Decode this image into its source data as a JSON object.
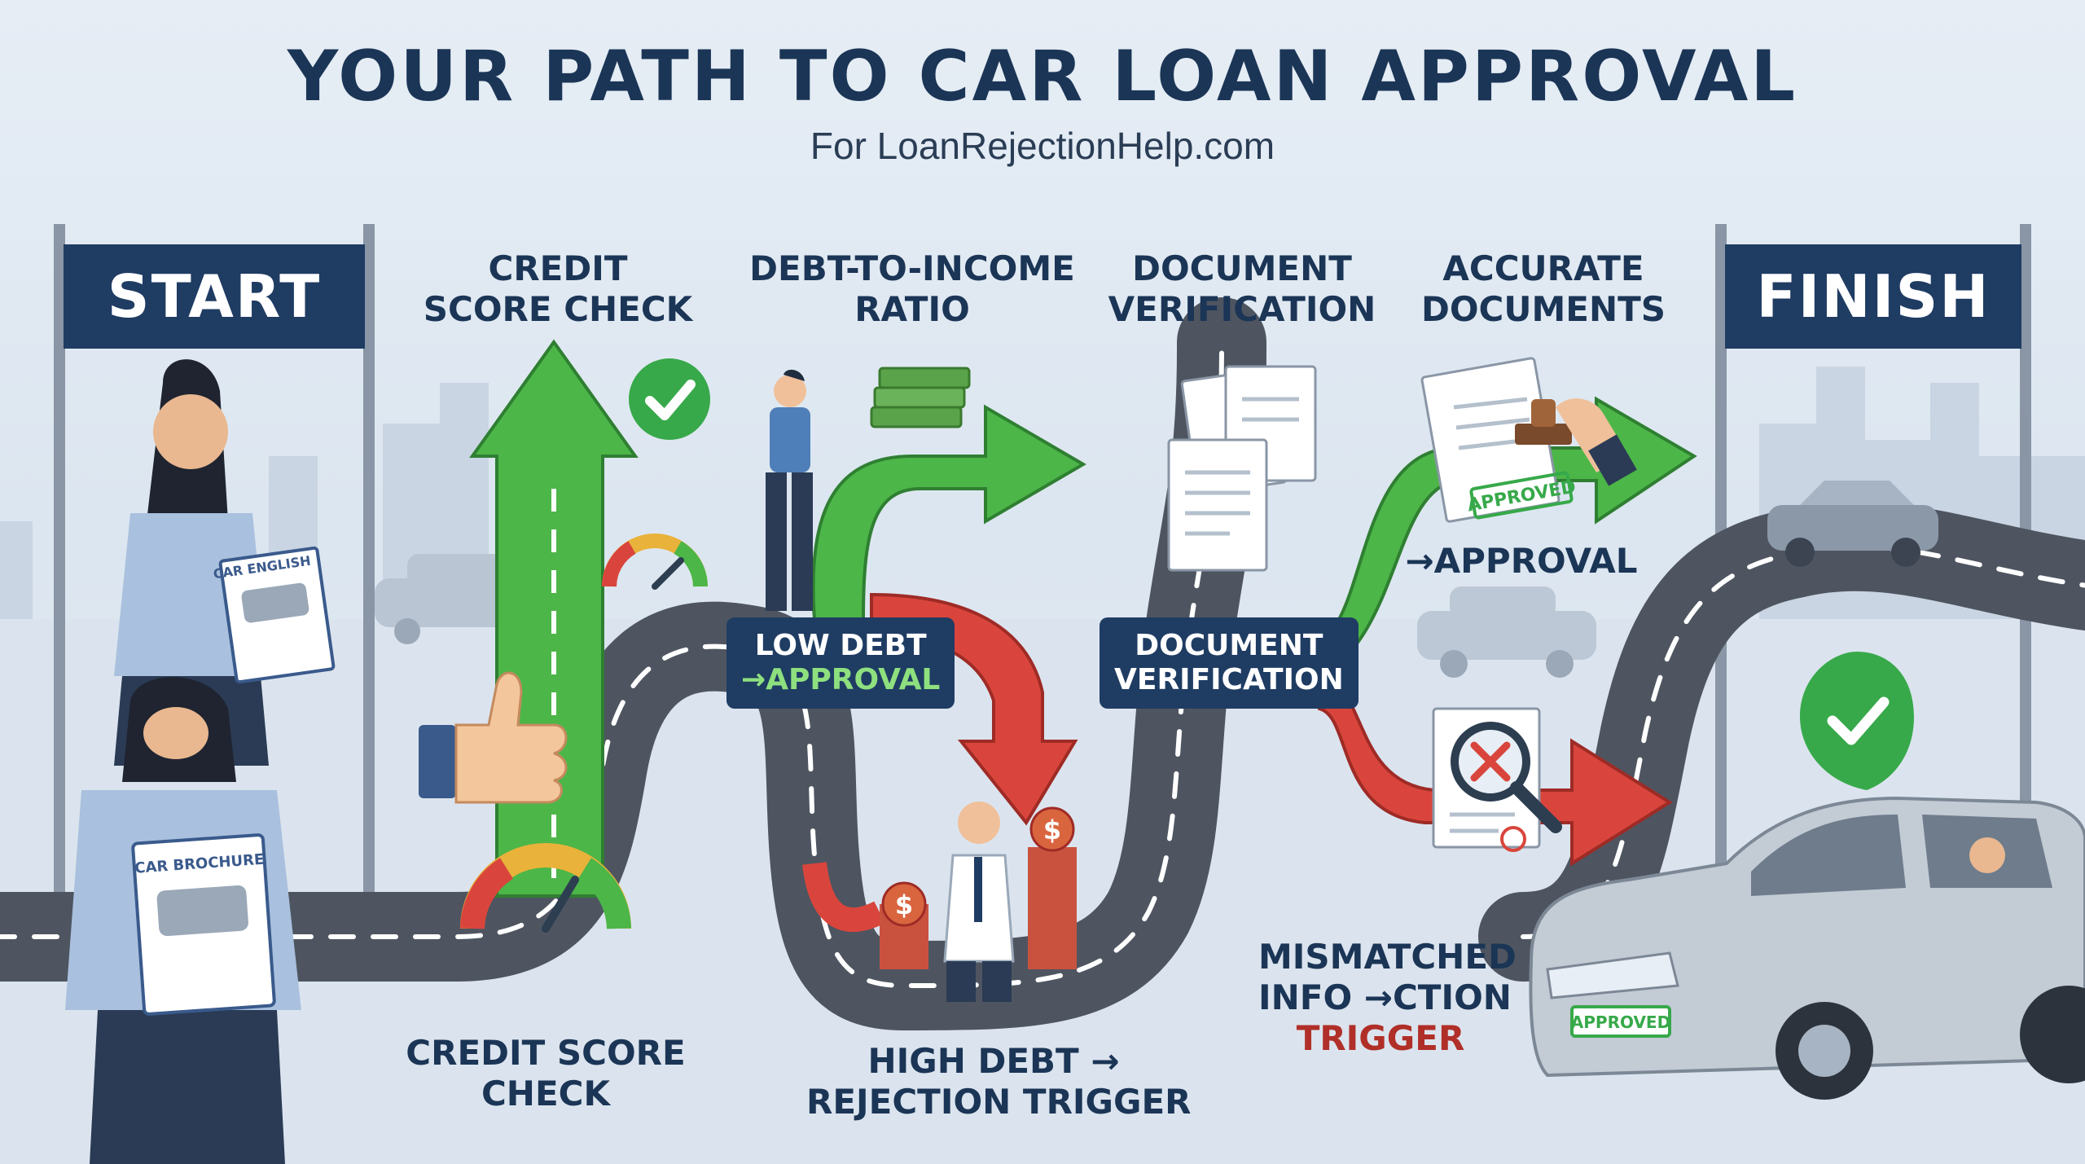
{
  "header": {
    "title": "YOUR PATH TO CAR LOAN APPROVAL",
    "subtitle": "For LoanRejectionHelp.com"
  },
  "signs": {
    "start": "START",
    "finish": "FINISH"
  },
  "stages": {
    "credit_score": [
      "CREDIT",
      "SCORE CHECK"
    ],
    "dti": [
      "DEBT-TO-INCOME",
      "RATIO"
    ],
    "document_verification": [
      "DOCUMENT",
      "VERIFICATION"
    ],
    "accurate_documents": [
      "ACCURATE",
      "DOCUMENTS"
    ]
  },
  "road_boxes": {
    "low_debt": [
      "LOW DEBT",
      "→APPROVAL"
    ],
    "doc_verification": [
      "DOCUMENT",
      "VERIFICATION"
    ]
  },
  "notes": {
    "credit_score_bottom": [
      "CREDIT SCORE",
      "CHECK"
    ],
    "high_debt": [
      "HIGH DEBT →",
      "REJECTION TRIGGER"
    ],
    "approval": "→APPROVAL",
    "mismatched": [
      "MISMATCHED",
      "INFO →CTION",
      "TRIGGER"
    ]
  },
  "graphics": {
    "brochure_top": "CAR ENGLISH",
    "brochure_bottom": "CAR BROCHURE",
    "stamp": "APPROVED",
    "plate": "APPROVED",
    "currency_symbol": "$"
  },
  "colors": {
    "navy": "#1f3c63",
    "green_arrow": "#4cb648",
    "red_arrow": "#d9453c",
    "road": "#4e5560",
    "check_green": "#37a94a"
  },
  "icons": [
    "thumbs-up-icon",
    "check-circle-icon",
    "speedometer-icon",
    "magnifier-icon",
    "money-stack-icon",
    "coin-stack-icon",
    "stamp-icon",
    "document-icon",
    "car-icon"
  ]
}
